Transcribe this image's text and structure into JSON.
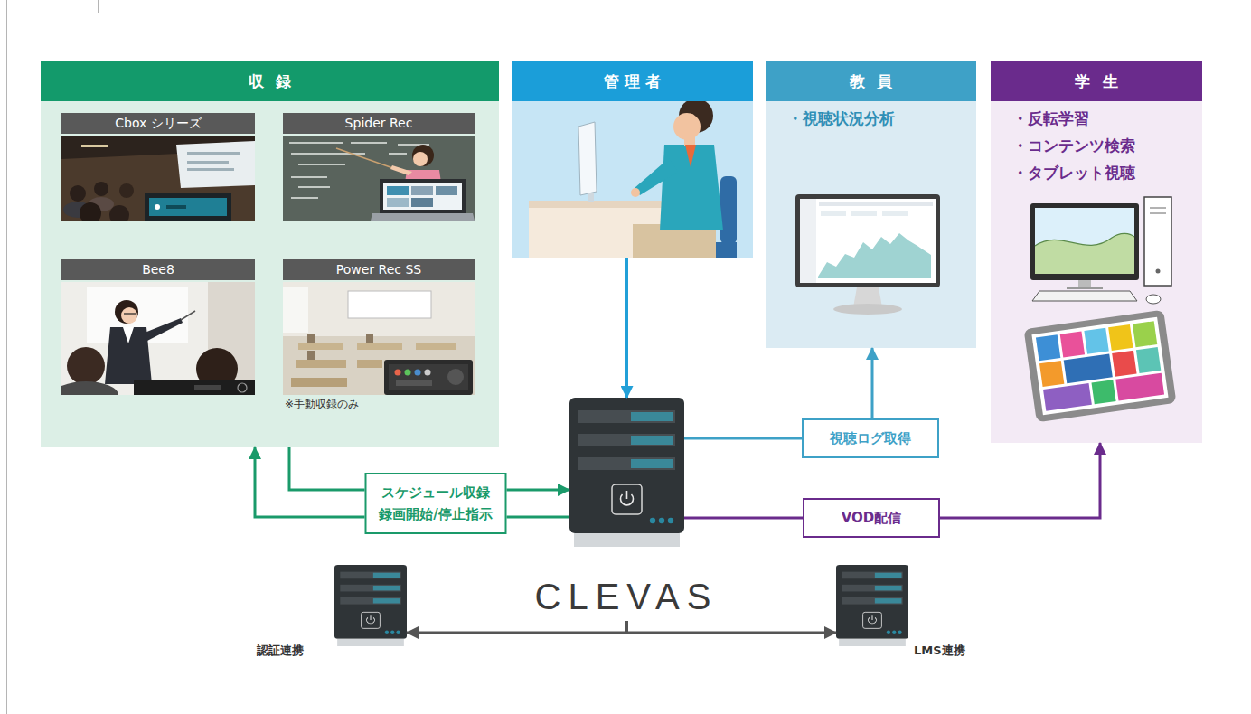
{
  "diagram": {
    "nodes": [
      {
        "text": [
          "収録"
        ]
      },
      {
        "text": [
          "Cbox シリーズ"
        ],
        "in": 0
      },
      {
        "text": [
          "Spider Rec"
        ],
        "in": 0
      },
      {
        "text": [
          "Bee8"
        ],
        "in": 0
      },
      {
        "text": [
          "Power Rec SS",
          "※手動収録のみ"
        ],
        "in": 0
      },
      {
        "text": [
          "管理者"
        ]
      },
      {
        "text": [
          "教員",
          "・視聴状況分析"
        ]
      },
      {
        "text": [
          "学生",
          "・反転学習",
          "・コンテンツ検索",
          "・タブレット視聴"
        ]
      },
      {
        "text": [
          "CLEVAS"
        ]
      },
      {
        "text": [
          "認証連携"
        ]
      },
      {
        "text": [
          "LMS連携"
        ]
      }
    ],
    "edges": [
      {
        "from": 0,
        "to": 8,
        "arrow": "to"
      },
      {
        "from": 8,
        "to": 0,
        "label": "スケジュール収録 録画開始/停止指示",
        "arrow": "to"
      },
      {
        "from": 5,
        "to": 8,
        "arrow": "to"
      },
      {
        "from": 8,
        "to": 6,
        "label": "視聴ログ取得",
        "arrow": "to"
      },
      {
        "from": 8,
        "to": 7,
        "label": "VOD配信",
        "arrow": "to"
      },
      {
        "from": 8,
        "to": 9,
        "arrow": "to"
      },
      {
        "from": 8,
        "to": 10,
        "arrow": "to"
      }
    ]
  }
}
